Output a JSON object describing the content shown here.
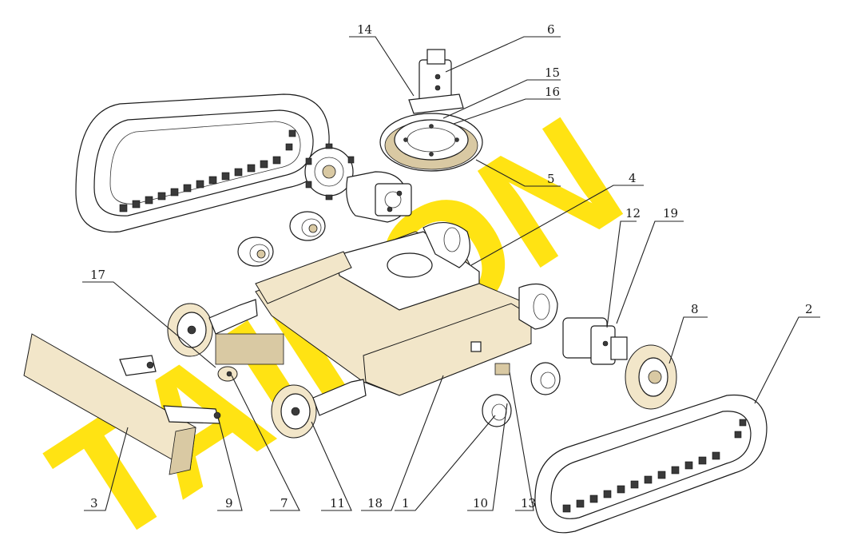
{
  "watermark": "TAIKON",
  "callouts": [
    {
      "id": "c1",
      "text": "1"
    },
    {
      "id": "c2",
      "text": "2"
    },
    {
      "id": "c3",
      "text": "3"
    },
    {
      "id": "c4",
      "text": "4"
    },
    {
      "id": "c5",
      "text": "5"
    },
    {
      "id": "c6",
      "text": "6"
    },
    {
      "id": "c7",
      "text": "7"
    },
    {
      "id": "c8",
      "text": "8"
    },
    {
      "id": "c9",
      "text": "9"
    },
    {
      "id": "c10",
      "text": "10"
    },
    {
      "id": "c11",
      "text": "11"
    },
    {
      "id": "c12",
      "text": "12"
    },
    {
      "id": "c13",
      "text": "13"
    },
    {
      "id": "c14",
      "text": "14"
    },
    {
      "id": "c15",
      "text": "15"
    },
    {
      "id": "c16",
      "text": "16"
    },
    {
      "id": "c17",
      "text": "17"
    },
    {
      "id": "c18",
      "text": "18"
    },
    {
      "id": "c19",
      "text": "19"
    }
  ]
}
